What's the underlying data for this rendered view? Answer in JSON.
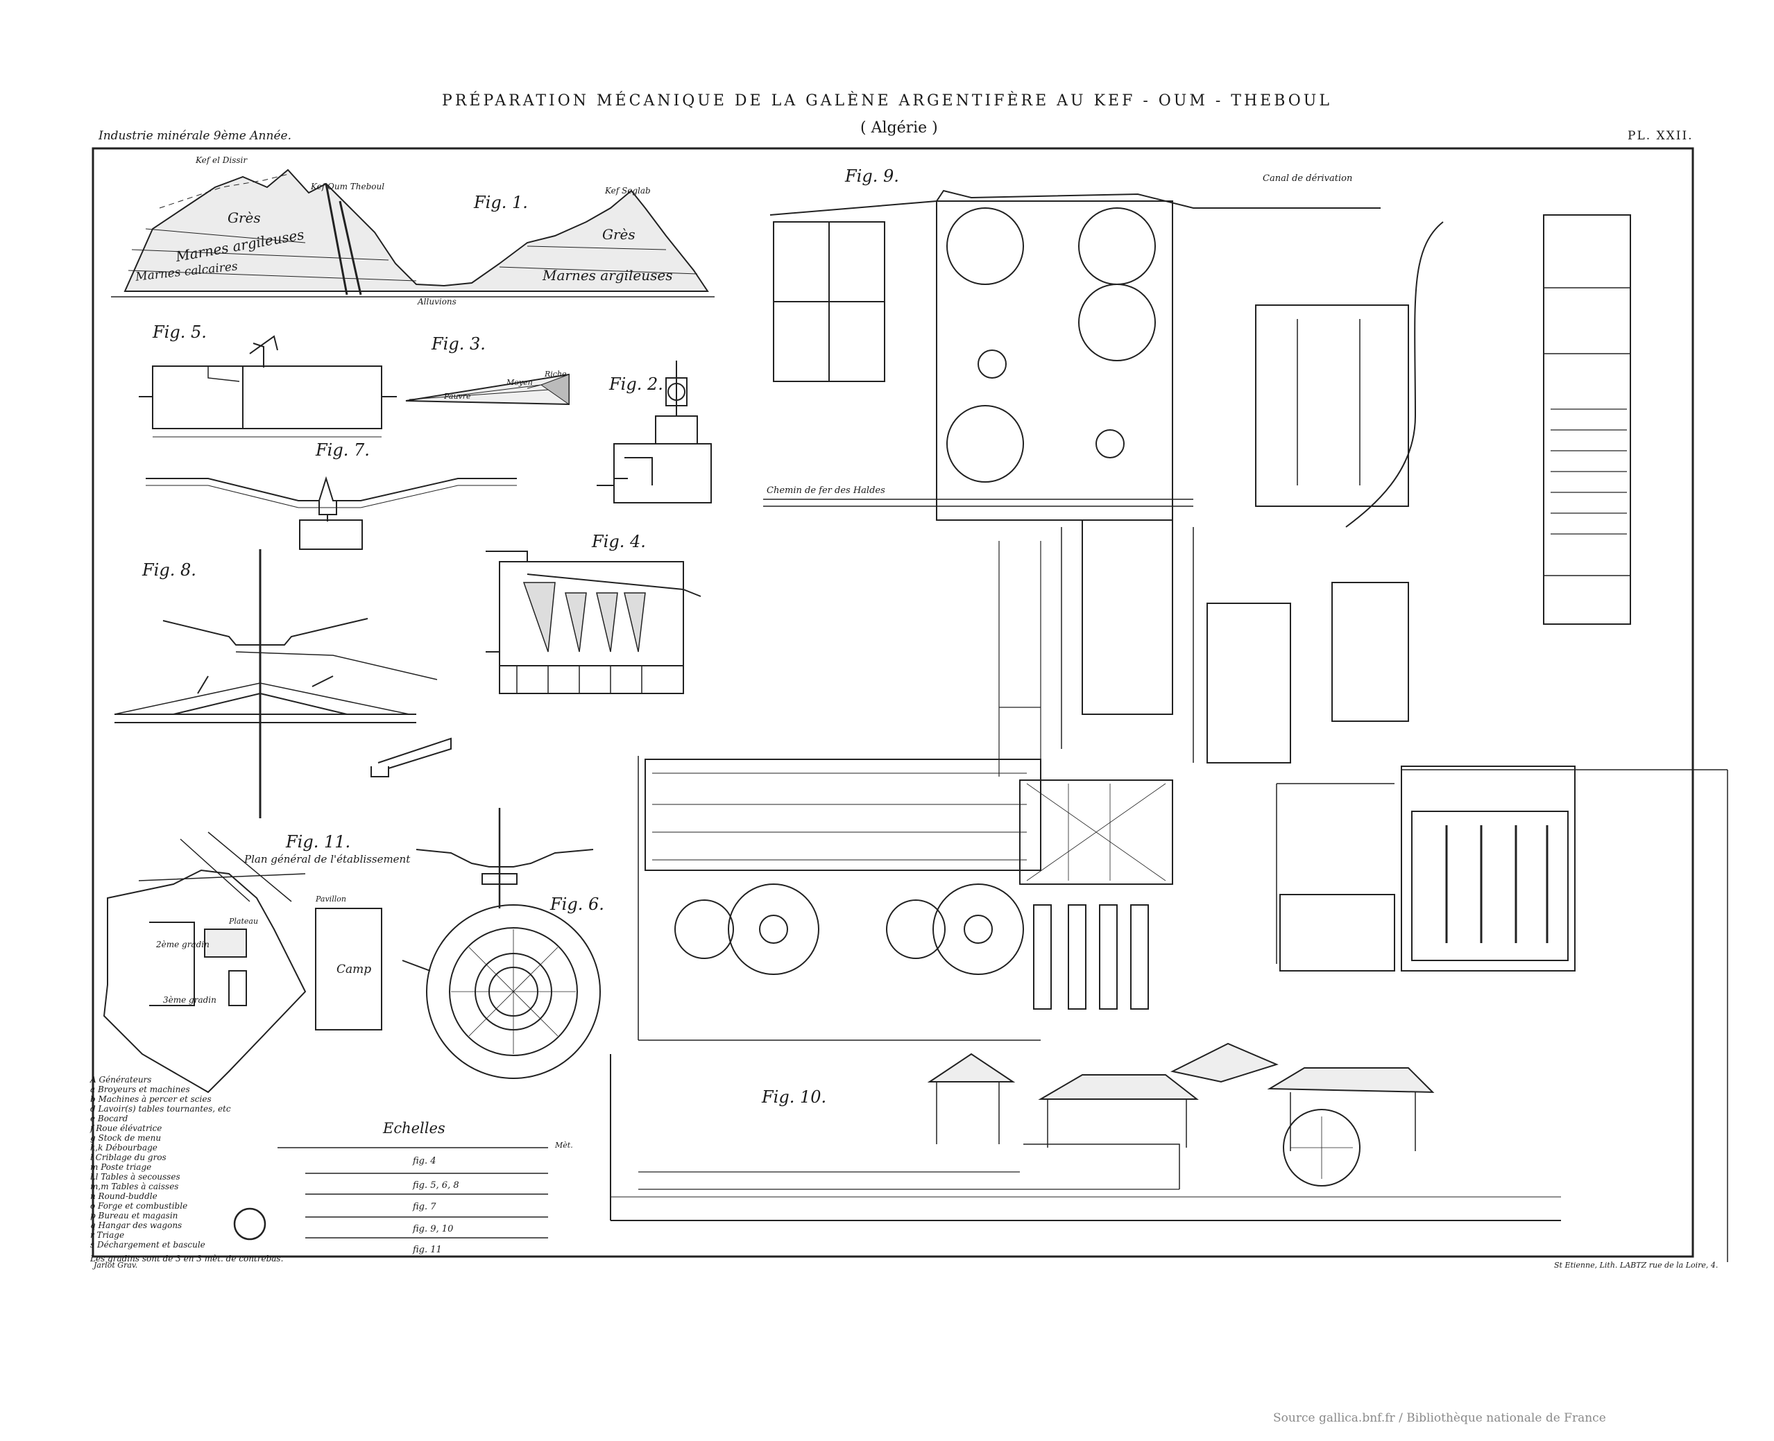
{
  "header": {
    "title": "PRÉPARATION MÉCANIQUE DE LA GALÈNE ARGENTIFÈRE AU KEF - OUM - THEBOUL",
    "subtitle": "( Algérie )",
    "left_note": "Industrie minérale 9ème Année.",
    "plate": "PL. XXII."
  },
  "figures": {
    "fig1": "Fig. 1.",
    "fig2": "Fig. 2.",
    "fig3": "Fig. 3.",
    "fig4": "Fig. 4.",
    "fig5": "Fig. 5.",
    "fig6": "Fig. 6.",
    "fig7": "Fig. 7.",
    "fig8": "Fig. 8.",
    "fig9": "Fig. 9.",
    "fig10": "Fig. 10.",
    "fig11": "Fig. 11."
  },
  "fig1_labels": {
    "kef_el_diss": "Kef el Dissir",
    "kef_oum": "Kef Oum Theboul",
    "kef_seglab": "Kef Seglab",
    "gres_left": "Grès",
    "marnes_left": "Marnes argileuses",
    "marnes_calc": "Marnes calcaires",
    "gres_right": "Grès",
    "marnes_right": "Marnes argileuses",
    "alluvions": "Alluvions"
  },
  "fig3_labels": {
    "pauvre": "Pauvre",
    "moyen": "Moyen",
    "riche": "Riche"
  },
  "fig9_labels": {
    "canal": "Canal de dérivation",
    "chemin": "Chemin de fer des Haldes"
  },
  "fig11": {
    "title": "Plan général de l'établissement",
    "camp": "Camp",
    "pavillon": "Pavillon",
    "gradin2": "2ème gradin",
    "gradin3": "3ème gradin",
    "plateau": "Plateau"
  },
  "scales": {
    "title": "Echelles",
    "s1": "fig. 4",
    "s2": "fig. 5, 6, 8",
    "s3": "fig. 7",
    "s4": "fig. 9, 10",
    "s5": "fig. 11",
    "unit": "Mèt."
  },
  "legend": [
    "A  Générateurs",
    "a  Broyeurs et machines",
    "b  Machines à percer et scies",
    "d  Lavoir(s) tables tournantes, etc",
    "e  Bocard",
    "f  Roue élévatrice",
    "g  Stock de menu",
    "k,k  Débourbage",
    "l  Criblage du gros",
    "m  Poste triage",
    "l,l  Tables à secousses",
    "m,m  Tables à caisses",
    "n  Round-buddle",
    "o  Forge et combustible",
    "p  Bureau et magasin",
    "q  Hangar des wagons",
    "r  Triage",
    "s  Déchargement et bascule"
  ],
  "legend_note": "Les gradins sont de 3 en 3 mèt. de contrebas.",
  "credits": {
    "left": "Jarlot Grav.",
    "right": "St Etienne, Lith. LABTZ rue de la Loire, 4."
  },
  "footer": "Source gallica.bnf.fr / Bibliothèque nationale de France"
}
